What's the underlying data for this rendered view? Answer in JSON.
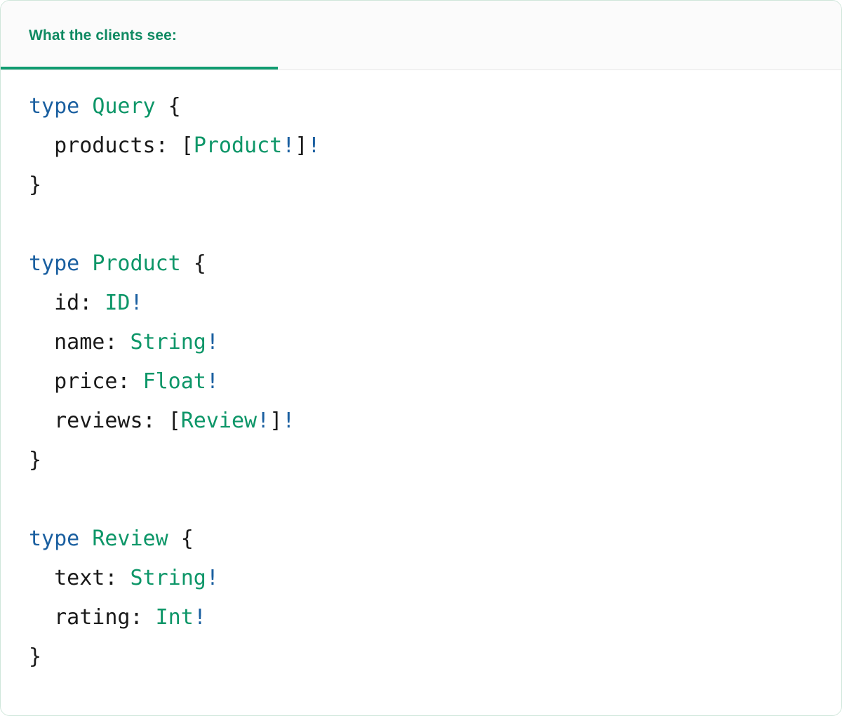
{
  "card": {
    "border_color": "#cfe6da",
    "background": "#ffffff"
  },
  "tabs": {
    "active_index": 0,
    "items": [
      {
        "label": "What the clients see:"
      }
    ],
    "accent_color": "#119c70",
    "label_color": "#0f8a62",
    "strip_background": "#fbfbfb"
  },
  "syntax_colors": {
    "keyword": "#1a5fa0",
    "type_name": "#0d9668",
    "non_null_bang": "#1a5fa0",
    "plain": "#1a1a1a"
  },
  "code": {
    "language": "graphql",
    "lines": [
      {
        "tokens": [
          {
            "t": "type",
            "c": "kw"
          },
          {
            "t": " ",
            "c": "plain"
          },
          {
            "t": "Query",
            "c": "type"
          },
          {
            "t": " {",
            "c": "plain"
          }
        ]
      },
      {
        "tokens": [
          {
            "t": "  products: [",
            "c": "plain"
          },
          {
            "t": "Product",
            "c": "type"
          },
          {
            "t": "!",
            "c": "bang"
          },
          {
            "t": "]",
            "c": "plain"
          },
          {
            "t": "!",
            "c": "bang"
          }
        ]
      },
      {
        "tokens": [
          {
            "t": "}",
            "c": "plain"
          }
        ]
      },
      {
        "tokens": []
      },
      {
        "tokens": [
          {
            "t": "type",
            "c": "kw"
          },
          {
            "t": " ",
            "c": "plain"
          },
          {
            "t": "Product",
            "c": "type"
          },
          {
            "t": " {",
            "c": "plain"
          }
        ]
      },
      {
        "tokens": [
          {
            "t": "  id: ",
            "c": "plain"
          },
          {
            "t": "ID",
            "c": "type"
          },
          {
            "t": "!",
            "c": "bang"
          }
        ]
      },
      {
        "tokens": [
          {
            "t": "  name: ",
            "c": "plain"
          },
          {
            "t": "String",
            "c": "type"
          },
          {
            "t": "!",
            "c": "bang"
          }
        ]
      },
      {
        "tokens": [
          {
            "t": "  price: ",
            "c": "plain"
          },
          {
            "t": "Float",
            "c": "type"
          },
          {
            "t": "!",
            "c": "bang"
          }
        ]
      },
      {
        "tokens": [
          {
            "t": "  reviews: [",
            "c": "plain"
          },
          {
            "t": "Review",
            "c": "type"
          },
          {
            "t": "!",
            "c": "bang"
          },
          {
            "t": "]",
            "c": "plain"
          },
          {
            "t": "!",
            "c": "bang"
          }
        ]
      },
      {
        "tokens": [
          {
            "t": "}",
            "c": "plain"
          }
        ]
      },
      {
        "tokens": []
      },
      {
        "tokens": [
          {
            "t": "type",
            "c": "kw"
          },
          {
            "t": " ",
            "c": "plain"
          },
          {
            "t": "Review",
            "c": "type"
          },
          {
            "t": " {",
            "c": "plain"
          }
        ]
      },
      {
        "tokens": [
          {
            "t": "  text: ",
            "c": "plain"
          },
          {
            "t": "String",
            "c": "type"
          },
          {
            "t": "!",
            "c": "bang"
          }
        ]
      },
      {
        "tokens": [
          {
            "t": "  rating: ",
            "c": "plain"
          },
          {
            "t": "Int",
            "c": "type"
          },
          {
            "t": "!",
            "c": "bang"
          }
        ]
      },
      {
        "tokens": [
          {
            "t": "}",
            "c": "plain"
          }
        ]
      }
    ]
  }
}
